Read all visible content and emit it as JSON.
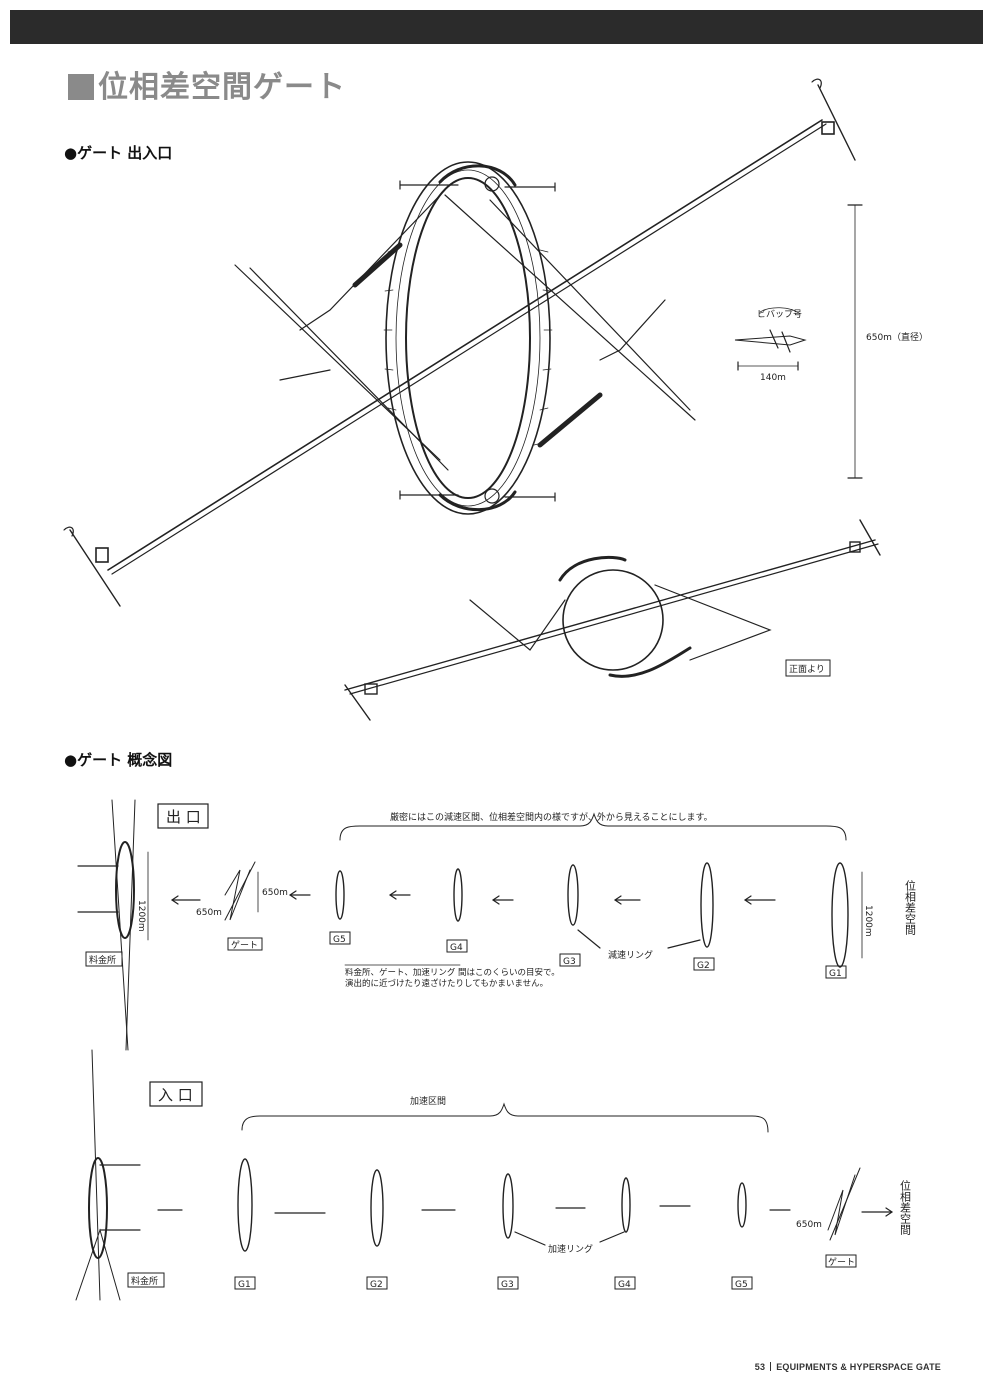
{
  "header": {
    "title": "位相差空間ゲート"
  },
  "sections": {
    "entrance": "●ゲート 出入口",
    "concept": "●ゲート 概念図"
  },
  "diagram1": {
    "diameter": "650m（直径）",
    "ship_label": "ビバップ号",
    "ship_length": "140m",
    "front_view": "正面より"
  },
  "concept_exit": {
    "heading": "出 口",
    "brace_note": "厳密にはこの減速区間、位相差空間内の様ですが、外から見えることにします。",
    "toll_label": "料金所",
    "toll_height": "1200m",
    "gate_label": "ゲート",
    "gate_height": "650m",
    "small_note": "650m",
    "rings": [
      "G5",
      "G4",
      "G3",
      "G2",
      "G1"
    ],
    "decel_label": "減速リング",
    "ring_height": "1200m",
    "hyperspace": "位相差空間",
    "note": "料金所、ゲート、加速リング 間はこのくらいの目安で。 演出的に近づけたり遠ざけたりしてもかまいません。"
  },
  "concept_entry": {
    "heading": "入 口",
    "brace_note": "加速区間",
    "toll_label": "料金所",
    "rings": [
      "G1",
      "G2",
      "G3",
      "G4",
      "G5"
    ],
    "accel_label": "加速リング",
    "gate_label": "ゲート",
    "small_note": "650m",
    "hyperspace": "位相差空間"
  },
  "footer": {
    "page": "53",
    "section": "EQUIPMENTS & HYPERSPACE GATE"
  }
}
